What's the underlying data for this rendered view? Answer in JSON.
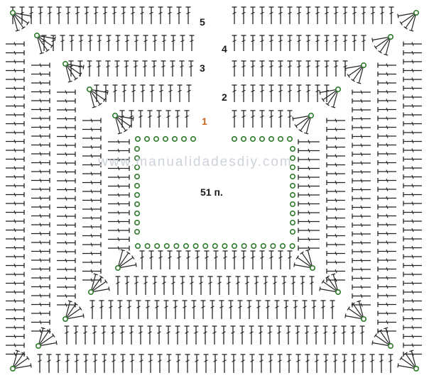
{
  "diagram": {
    "center_count": "51 п.",
    "watermark": "www.manualidadesdiy.com",
    "row_labels": [
      {
        "text": "1",
        "highlight": true
      },
      {
        "text": "2",
        "highlight": false
      },
      {
        "text": "3",
        "highlight": false
      },
      {
        "text": "4",
        "highlight": false
      },
      {
        "text": "5",
        "highlight": false
      }
    ],
    "colors": {
      "stitch": "#222222",
      "chain_ring": "#2f7a2c",
      "row_one_label": "#c8641e",
      "watermark": "#c9ced6"
    },
    "symbols": [
      "double-crochet-stitch",
      "chain-stitch-ring"
    ]
  }
}
